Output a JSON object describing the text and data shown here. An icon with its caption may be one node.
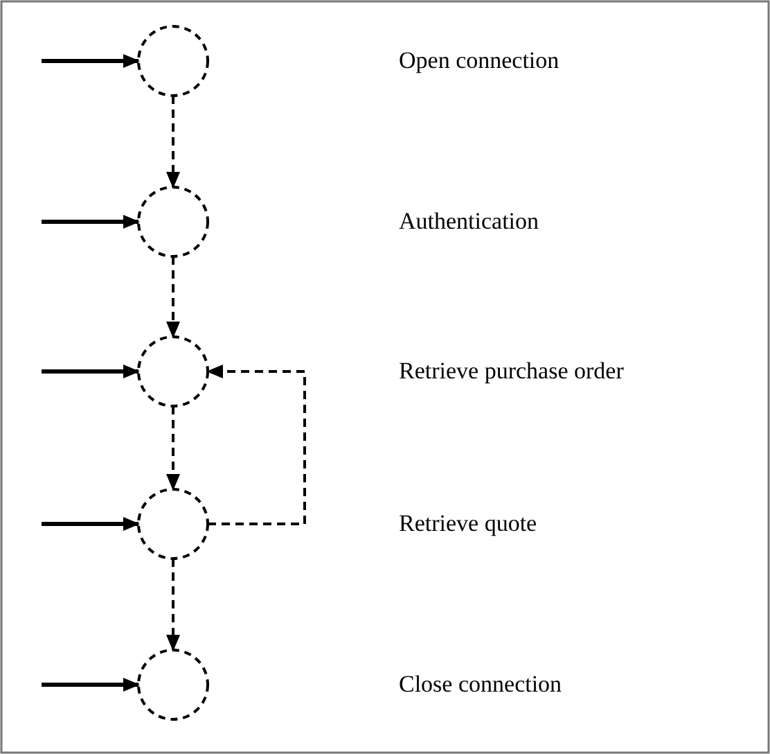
{
  "diagram": {
    "nodes": [
      {
        "text": [],
        "shape": "circle"
      },
      {
        "text": [],
        "shape": "circle"
      },
      {
        "text": [],
        "shape": "circle"
      },
      {
        "text": [],
        "shape": "circle"
      },
      {
        "text": [],
        "shape": "circle"
      }
    ],
    "labels": [
      "Open connection",
      "Authentication",
      "Retrieve purchase order",
      "Retrieve quote",
      "Close connection"
    ],
    "edges": [
      {
        "from": null,
        "to": 0,
        "arrow": "to"
      },
      {
        "from": 0,
        "to": 1,
        "arrow": "to",
        "style": "dashed"
      },
      {
        "from": null,
        "to": 1,
        "arrow": "to"
      },
      {
        "from": 1,
        "to": 2,
        "arrow": "to",
        "style": "dashed"
      },
      {
        "from": null,
        "to": 2,
        "arrow": "to"
      },
      {
        "from": 2,
        "to": 3,
        "arrow": "to",
        "style": "dashed"
      },
      {
        "from": 3,
        "to": 2,
        "arrow": "to",
        "style": "dashed"
      },
      {
        "from": null,
        "to": 3,
        "arrow": "to"
      },
      {
        "from": 3,
        "to": 4,
        "arrow": "to",
        "style": "dashed"
      },
      {
        "from": null,
        "to": 4,
        "arrow": "to"
      }
    ]
  }
}
